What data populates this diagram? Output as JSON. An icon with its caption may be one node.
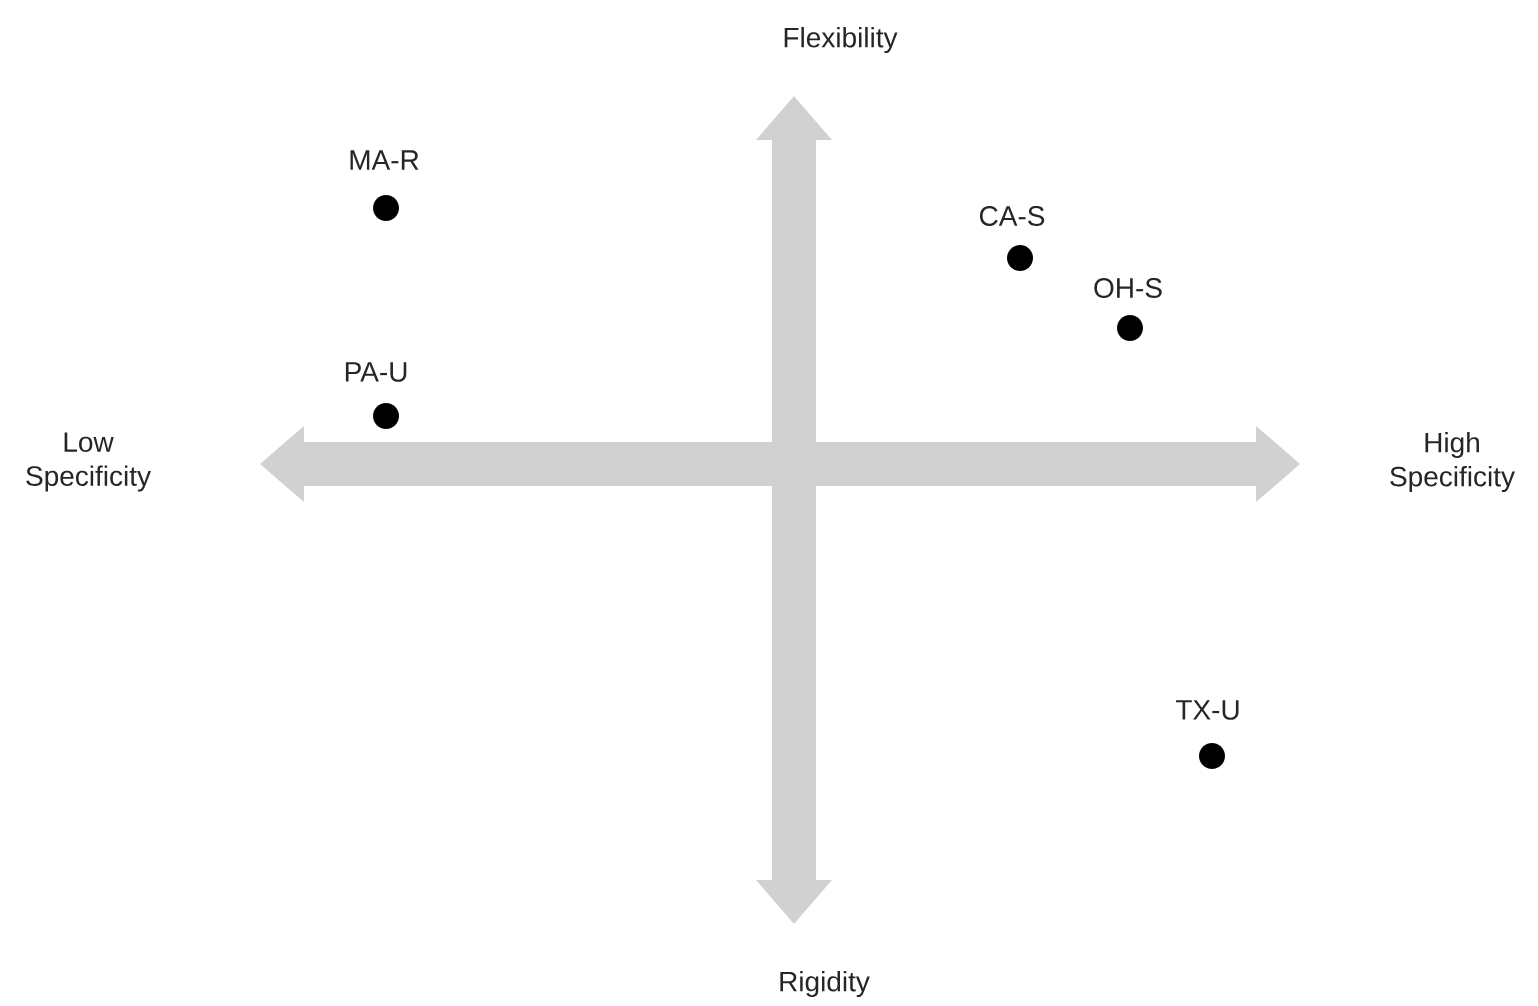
{
  "diagram": {
    "labels": [
      "Flexibility",
      "MA-R",
      "CA-S",
      "OH-S",
      "PA-U",
      "Low Specificity",
      "High Specificity",
      "TX-U",
      "Rigidity"
    ]
  }
}
